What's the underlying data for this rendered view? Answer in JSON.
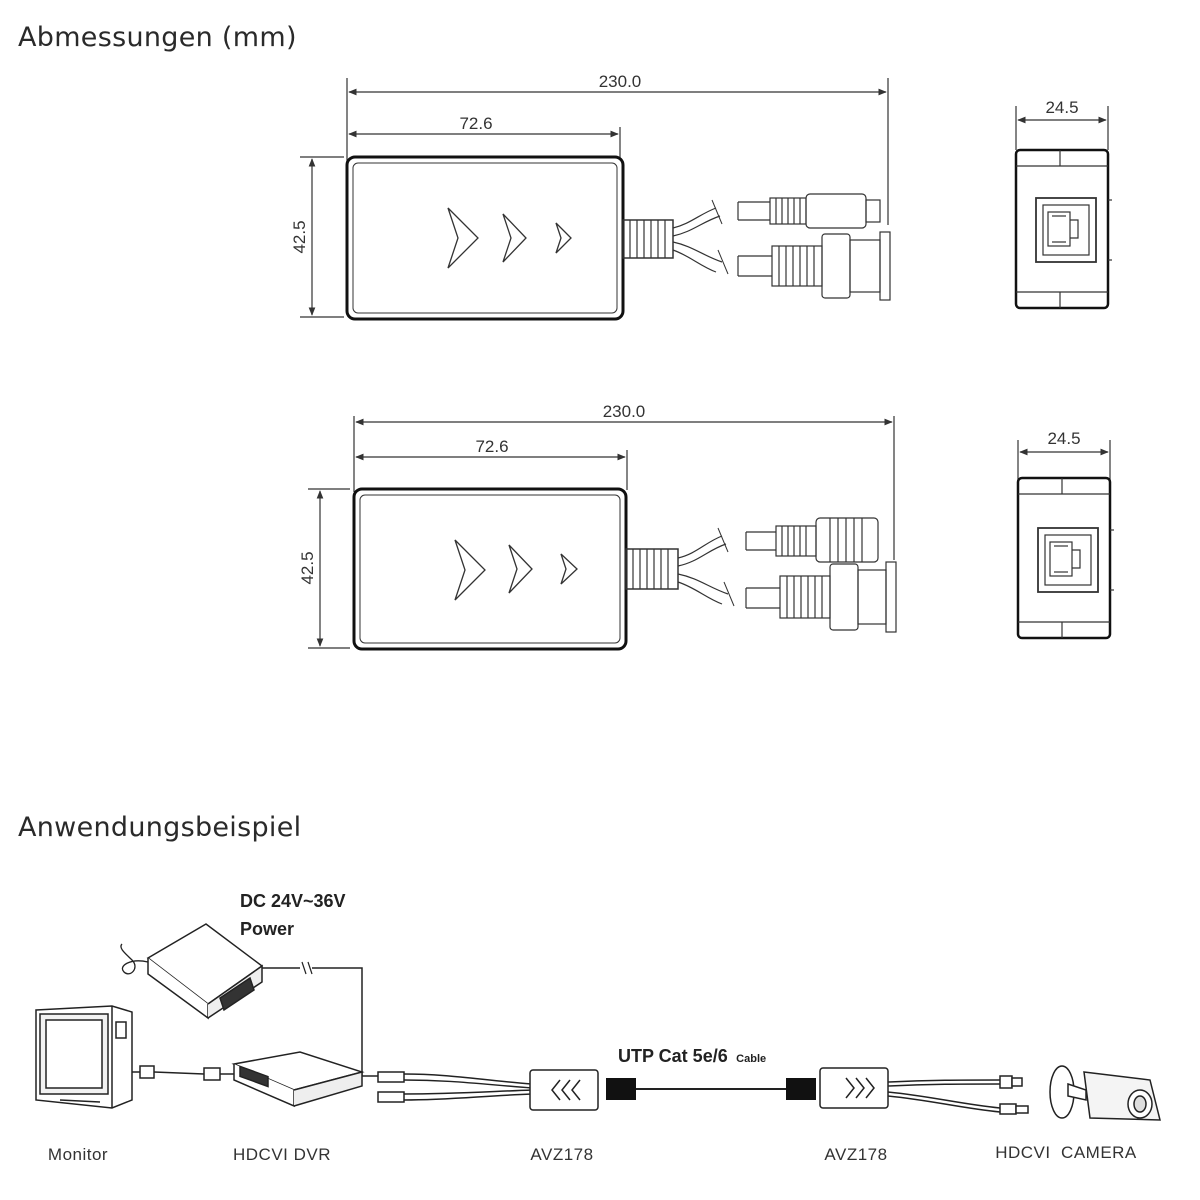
{
  "headings": {
    "dimensions": "Abmessungen (mm)",
    "application": "Anwendungsbeispiel"
  },
  "drawings": [
    {
      "total_length": "230.0",
      "body_length": "72.6",
      "height": "42.5",
      "side_width": "24.5"
    },
    {
      "total_length": "230.0",
      "body_length": "72.6",
      "height": "42.5",
      "side_width": "24.5"
    }
  ],
  "application": {
    "power_line1": "DC 24V~36V",
    "power_line2": "Power",
    "cable_main": "UTP Cat 5e/6",
    "cable_small": "Cable",
    "devices": {
      "monitor": "Monitor",
      "dvr": "HDCVI DVR",
      "balun_left": "AVZ178",
      "balun_right": "AVZ178",
      "camera": "HDCVI  CAMERA"
    }
  }
}
